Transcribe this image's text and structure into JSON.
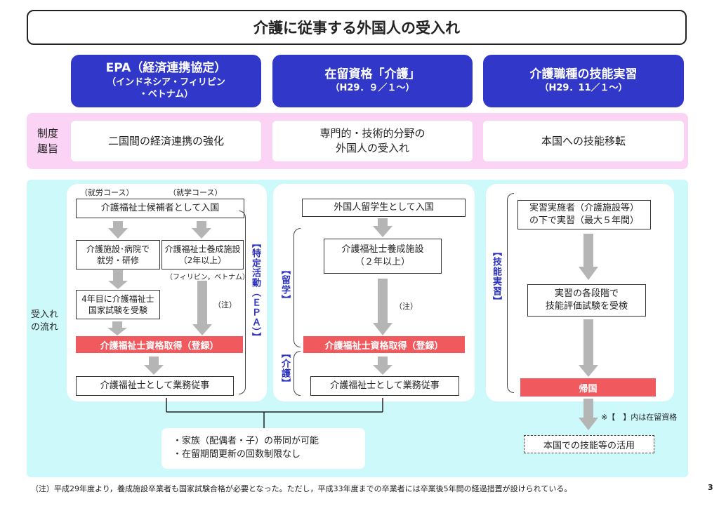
{
  "title": "介護に従事する外国人の受入れ",
  "columns": [
    {
      "title": "EPA（経済連携協定）",
      "sub1": "（インドネシア・フィリピン",
      "sub2": "・ベトナム）",
      "purpose": "二国間の経済連携の強化"
    },
    {
      "title": "在留資格「介護」",
      "sub1": "（H29．９／１～）",
      "purpose_line1": "専門的・技術的分野の",
      "purpose_line2": "外国人の受入れ"
    },
    {
      "title": "介護職種の技能実習",
      "sub1": "（H29．11／１～）",
      "purpose": "本国への技能移転"
    }
  ],
  "purpose_label": {
    "line1": "制度",
    "line2": "趣旨"
  },
  "flow_label": {
    "line1": "受入れ",
    "line2": "の流れ"
  },
  "epa": {
    "course_work": "（就労コース）",
    "course_study": "（就学コース）",
    "entry": "介護福祉士候補者として入国",
    "work_train_l1": "介護施設･病院で",
    "work_train_l2": "就労・研修",
    "school_l1": "介護福祉士養成施設",
    "school_l2": "（2年以上）",
    "school_note": "（フィリピン，ベトナム）",
    "exam_l1": "4年目に介護福祉士",
    "exam_l2": "国家試験を受験",
    "note": "（注）",
    "cert": "介護福祉士資格取得（登録）",
    "work": "介護福祉士として業務従事",
    "status_label": "【特定活動（ＥＰＡ）】"
  },
  "kaigo": {
    "entry": "外国人留学生として入国",
    "school_l1": "介護福祉士養成施設",
    "school_l2": "（２年以上）",
    "note": "（注）",
    "cert": "介護福祉士資格取得（登録）",
    "work": "介護福祉士として業務従事",
    "status_study": "【留学】",
    "status_care": "【介護】"
  },
  "intern": {
    "step1_l1": "実習実施者（介護施設等）",
    "step1_l2": "の下で実習（最大５年間）",
    "step2_l1": "実習の各段階で",
    "step2_l2": "技能評価試験を受検",
    "return": "帰国",
    "status_label": "【技能実習】",
    "status_note": "※【　】内は在留資格",
    "after": "本国での技能等の活用"
  },
  "family": {
    "line1": "・家族（配偶者・子）の帯同が可能",
    "line2": "・在留期間更新の回数制限なし"
  },
  "footer": "（注）平成29年度より，養成施設卒業者も国家試験合格が必要となった。ただし，平成33年度までの卒業者には卒業後5年間の経過措置が設けられている。",
  "page_number": "3",
  "colors": {
    "header_blue": "#3037c9",
    "pink_band": "#fbd3f4",
    "cyan_band": "#cdf9fb",
    "red": "#f05a5f",
    "arrow_gray": "#b5b5b5",
    "status_blue": "#2c32c0"
  }
}
